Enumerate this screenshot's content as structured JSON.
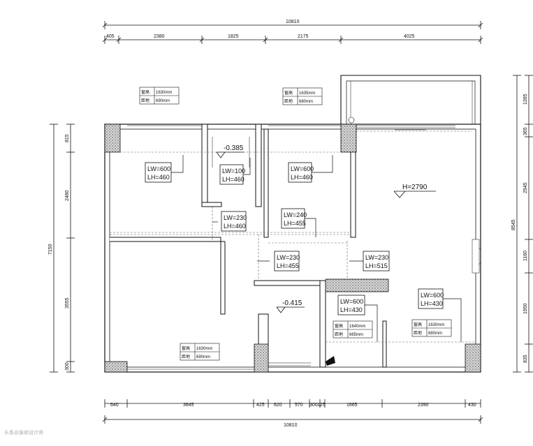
{
  "dimensions": {
    "top_total": "10810",
    "top_segments": [
      "405",
      "2380",
      "1825",
      "2175",
      "4025"
    ],
    "bottom_total": "10810",
    "bottom_segments": [
      "640",
      "3645",
      "425",
      "620",
      "570",
      "300",
      "125",
      "1665",
      "2390",
      "430"
    ],
    "left_total": "7150",
    "left_segments": [
      "815",
      "2480",
      "3555",
      "300"
    ],
    "right_total": "8545",
    "right_segments": [
      "1395",
      "365",
      "2945",
      "1160",
      "1950",
      "835"
    ]
  },
  "elevations": {
    "bath_top": "-0.385",
    "bath_bottom": "-0.415",
    "living": "H=2790"
  },
  "openings": [
    {
      "lw": "LW=600",
      "lh": "LH=460"
    },
    {
      "lw": "LW=100",
      "lh": "LH=460"
    },
    {
      "lw": "LW=600",
      "lh": "LH=460"
    },
    {
      "lw": "LW=230",
      "lh": "LH=460"
    },
    {
      "lw": "LW=240",
      "lh": "LH=455"
    },
    {
      "lw": "LW=230",
      "lh": "LH=455"
    },
    {
      "lw": "LW=230",
      "lh": "LH=515"
    },
    {
      "lw": "LW=600",
      "lh": "LH=430"
    },
    {
      "lw": "LW=600",
      "lh": "LH=430"
    }
  ],
  "windows": [
    {
      "h_label": "窗高",
      "h_val": "1630mm",
      "d_label": "距地",
      "d_val": "690mm"
    },
    {
      "h_label": "窗高",
      "h_val": "1635mm",
      "d_label": "距地",
      "d_val": "680mm"
    },
    {
      "h_label": "窗高",
      "h_val": "1630mm",
      "d_label": "距地",
      "d_val": "690mm"
    },
    {
      "h_label": "窗高",
      "h_val": "1640mm",
      "d_label": "距地",
      "d_val": "665mm"
    },
    {
      "h_label": "窗高",
      "h_val": "1630mm",
      "d_label": "距地",
      "d_val": "680mm"
    }
  ],
  "watermark": "头条@装修设计师"
}
